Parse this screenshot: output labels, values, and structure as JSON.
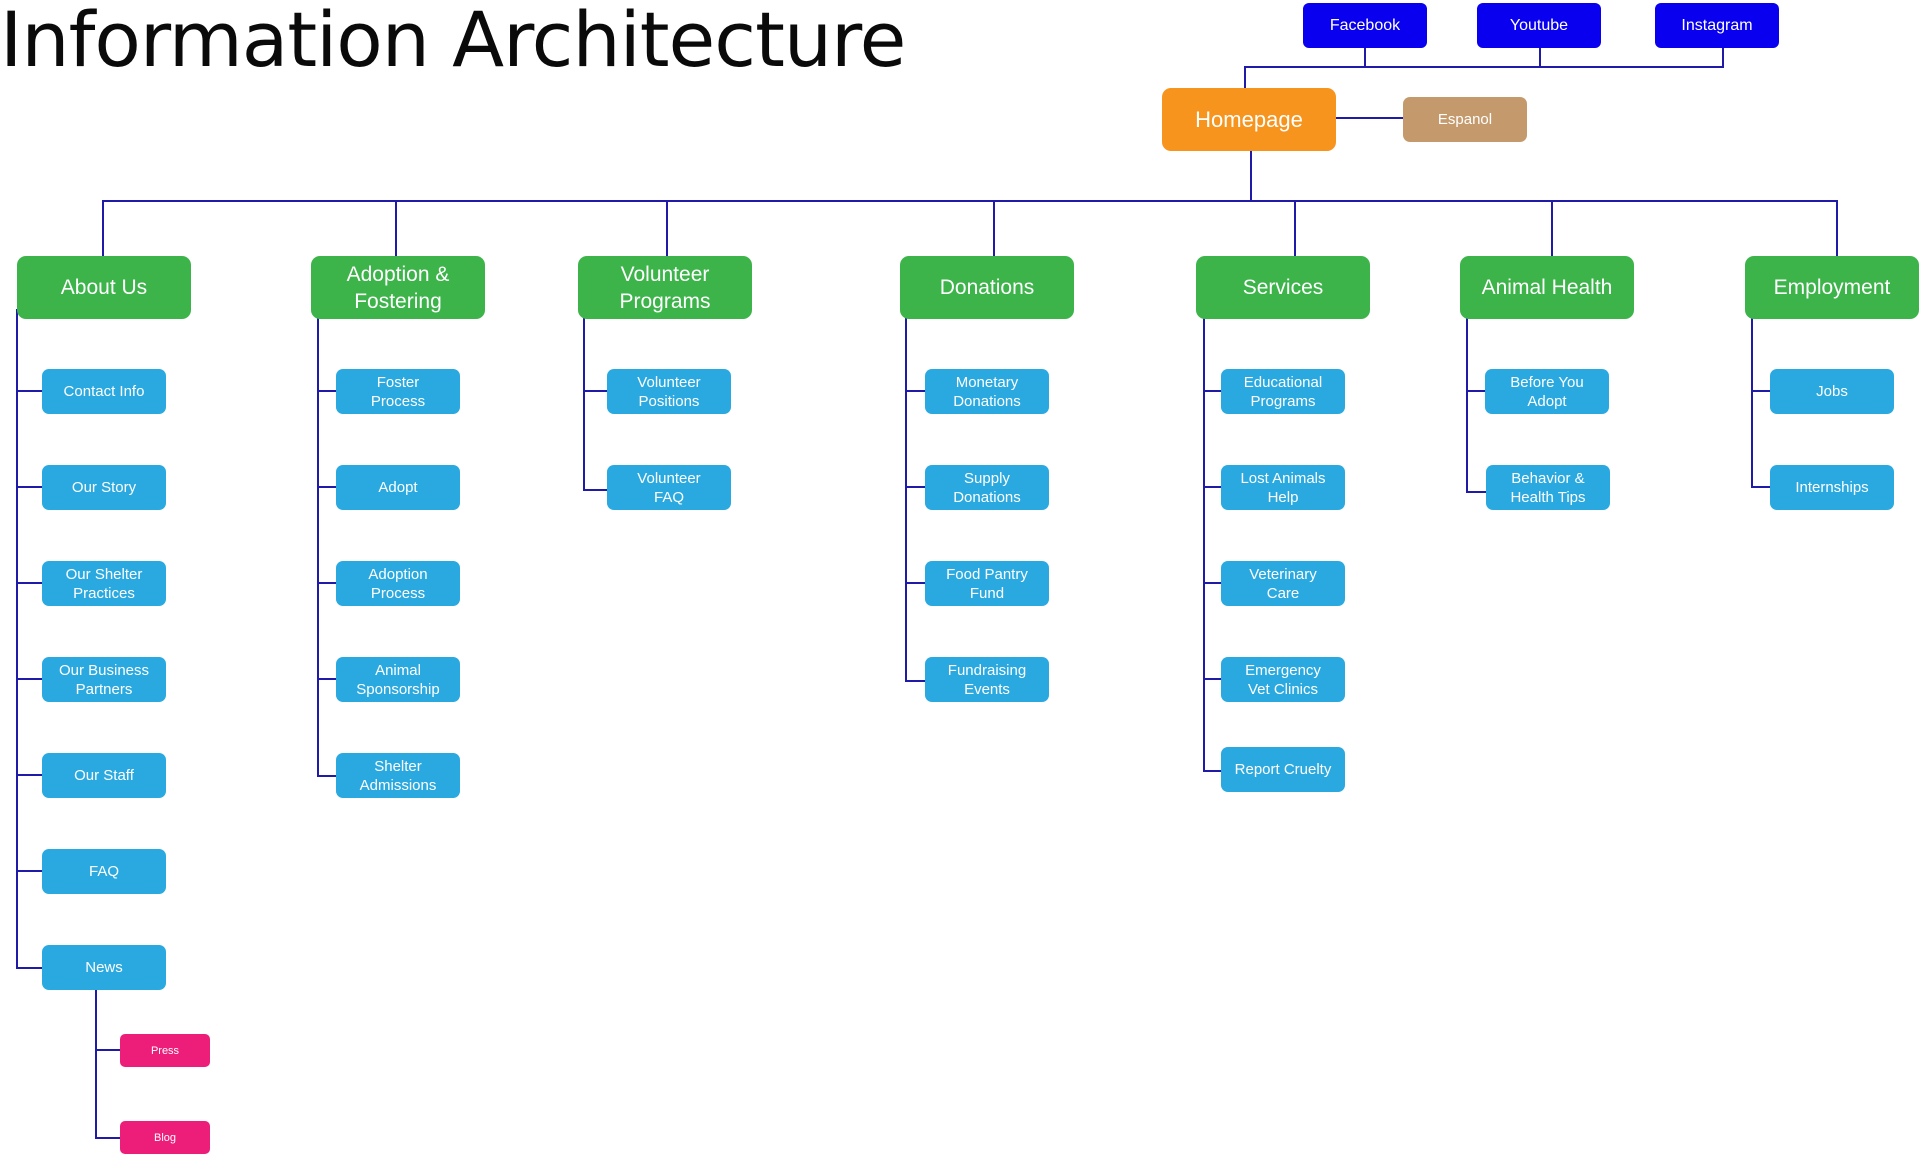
{
  "title": "Information Architecture",
  "colors": {
    "social": "#0800ee",
    "homepage": "#f7941d",
    "language": "#c49a6c",
    "section": "#3cb44a",
    "page": "#2aa9e0",
    "subpage": "#ec1e79",
    "connector": "#1f1aa8"
  },
  "social": [
    "Facebook",
    "Youtube",
    "Instagram"
  ],
  "homepage": "Homepage",
  "language": "Espanol",
  "sections": [
    {
      "label": "About Us",
      "children": [
        {
          "label": "Contact Info"
        },
        {
          "label": "Our Story"
        },
        {
          "label": "Our Shelter\nPractices"
        },
        {
          "label": "Our Business\nPartners"
        },
        {
          "label": "Our Staff"
        },
        {
          "label": "FAQ"
        },
        {
          "label": "News",
          "children": [
            "Press",
            "Blog"
          ]
        }
      ]
    },
    {
      "label": "Adoption &\nFostering",
      "children": [
        {
          "label": "Foster\nProcess"
        },
        {
          "label": "Adopt"
        },
        {
          "label": "Adoption\nProcess"
        },
        {
          "label": "Animal\nSponsorship"
        },
        {
          "label": "Shelter\nAdmissions"
        }
      ]
    },
    {
      "label": "Volunteer\nPrograms",
      "children": [
        {
          "label": "Volunteer\nPositions"
        },
        {
          "label": "Volunteer\nFAQ"
        }
      ]
    },
    {
      "label": "Donations",
      "children": [
        {
          "label": "Monetary\nDonations"
        },
        {
          "label": "Supply\nDonations"
        },
        {
          "label": "Food Pantry\nFund"
        },
        {
          "label": "Fundraising\nEvents"
        }
      ]
    },
    {
      "label": "Services",
      "children": [
        {
          "label": "Educational\nPrograms"
        },
        {
          "label": "Lost Animals\nHelp"
        },
        {
          "label": "Veterinary\nCare"
        },
        {
          "label": "Emergency\nVet Clinics"
        },
        {
          "label": "Report Cruelty"
        }
      ]
    },
    {
      "label": "Animal Health",
      "children": [
        {
          "label": "Before You\nAdopt"
        },
        {
          "label": "Behavior &\nHealth Tips"
        }
      ]
    },
    {
      "label": "Employment",
      "children": [
        {
          "label": "Jobs"
        },
        {
          "label": "Internships"
        }
      ]
    }
  ]
}
